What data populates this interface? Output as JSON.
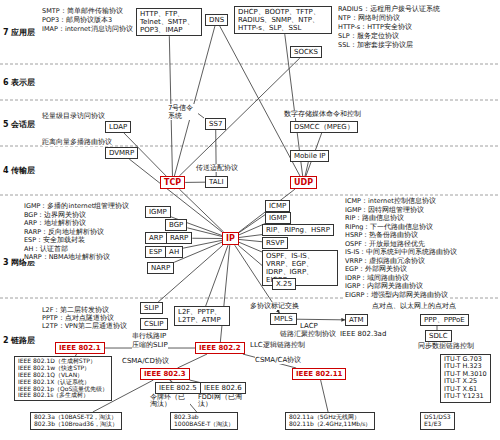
{
  "diagram": {
    "nodes": [
      {
        "text": [
          "HTTP、FTP、Telnet、SMTP、POP3、IMAP"
        ]
      },
      {
        "text": [
          "DNS"
        ]
      },
      {
        "text": [
          "DHCP、BOOTP、TFTP、RADIUS、SNMP、NTP、HTTP-s、SLP、SSL"
        ]
      },
      {
        "text": [
          "SOCKS"
        ]
      },
      {
        "text": [
          "LDAP"
        ]
      },
      {
        "text": [
          "DVMRP"
        ]
      },
      {
        "text": [
          "SS7"
        ]
      },
      {
        "text": [
          "DSMCC（MPEG）"
        ]
      },
      {
        "text": [
          "Mobile IP"
        ]
      },
      {
        "text": [
          "TCP"
        ]
      },
      {
        "text": [
          "TALI"
        ]
      },
      {
        "text": [
          "UDP"
        ]
      },
      {
        "text": [
          "IGMP"
        ]
      },
      {
        "text": [
          "BGP"
        ]
      },
      {
        "text": [
          "ARP",
          "RARP"
        ]
      },
      {
        "text": [
          "ESP",
          "AH"
        ]
      },
      {
        "text": [
          "NARP"
        ]
      },
      {
        "text": [
          "IP"
        ]
      },
      {
        "text": [
          "ICMP"
        ]
      },
      {
        "text": [
          "IGMP"
        ]
      },
      {
        "text": [
          "RIP、RIPng、HSRP"
        ]
      },
      {
        "text": [
          "RSVP"
        ]
      },
      {
        "text": [
          "OSPF、IS-IS、VRRP、EGP、IDRP、IGRP、EIGRP"
        ]
      },
      {
        "text": [
          "X.25"
        ]
      },
      {
        "text": [
          "MPLS"
        ]
      },
      {
        "text": [
          "SLIP"
        ]
      },
      {
        "text": [
          "CSLIP"
        ]
      },
      {
        "text": [
          "L2F、PPTP、L2TP、ATMP"
        ]
      },
      {
        "text": [
          "ATM"
        ]
      },
      {
        "text": [
          "PPP、PPPoE"
        ]
      },
      {
        "text": [
          "SDLC"
        ]
      },
      {
        "text": [
          "IEEE 802.1"
        ]
      },
      {
        "text": [
          "IEEE 802.2"
        ]
      },
      {
        "text": [
          "IEEE 802.3"
        ]
      },
      {
        "text": [
          "IEEE 802.11"
        ]
      },
      {
        "text": [
          "ITU-T G.703",
          "ITU-T H.323",
          "ITU-T M.3010",
          "ITU-T X.25",
          "ITU-T X.61",
          "ITU-T Y.1231"
        ]
      },
      {
        "text": [
          "IEEE 802.1D（生成树STP）",
          "IEEE 802.1w（快速STP）",
          "IEEE 802.1Q（VLAN）",
          "IEEE 802.1X（认证系统）",
          "IEEE 802.1p（QoS流量优先级）",
          "IEEE 802.1s（多生成树）"
        ]
      },
      {
        "text": [
          "IEEE 802.5"
        ]
      },
      {
        "text": [
          "IEEE 802.6"
        ]
      },
      {
        "text": [
          "802.3a（10BASE-T2，淘汰）",
          "802.3b（10Broad36，淘汰）"
        ]
      },
      {
        "text": [
          "802.3ab",
          "1000BASE-T（淘汰）"
        ]
      },
      {
        "text": [
          "802.11a（5GHz无线网）",
          "802.11b（2.4GHz,11Mb/s）"
        ]
      },
      {
        "text": [
          "DS1/DS3",
          "E1/E3"
        ]
      }
    ],
    "edges": [
      {
        "from": 0,
        "to": 9,
        "arrow": "none"
      },
      {
        "from": 1,
        "to": 9,
        "arrow": "none"
      },
      {
        "from": 1,
        "to": 11,
        "arrow": "none"
      },
      {
        "from": 2,
        "to": 11,
        "arrow": "none"
      },
      {
        "from": 3,
        "to": 9,
        "arrow": "none"
      },
      {
        "from": 4,
        "to": 9,
        "arrow": "none"
      },
      {
        "from": 5,
        "to": 17,
        "arrow": "none"
      },
      {
        "from": 6,
        "to": 10,
        "arrow": "none"
      },
      {
        "from": 10,
        "to": 9,
        "arrow": "none"
      },
      {
        "from": 7,
        "to": 11,
        "arrow": "none"
      },
      {
        "from": 8,
        "to": 11,
        "arrow": "none"
      },
      {
        "from": 9,
        "to": 17,
        "arrow": "none"
      },
      {
        "from": 11,
        "to": 17,
        "arrow": "none"
      },
      {
        "from": 12,
        "to": 17,
        "arrow": "none"
      },
      {
        "from": 13,
        "to": 17,
        "arrow": "none"
      },
      {
        "from": 14,
        "to": 17,
        "arrow": "none"
      },
      {
        "from": 15,
        "to": 17,
        "arrow": "none"
      },
      {
        "from": 16,
        "to": 17,
        "arrow": "none"
      },
      {
        "from": 18,
        "to": 17,
        "arrow": "none"
      },
      {
        "from": 19,
        "to": 17,
        "arrow": "none"
      },
      {
        "from": 20,
        "to": 17,
        "arrow": "none"
      },
      {
        "from": 21,
        "to": 17,
        "arrow": "none"
      },
      {
        "from": 22,
        "to": 17,
        "arrow": "none"
      },
      {
        "from": 23,
        "to": 17,
        "arrow": "none"
      },
      {
        "from": 17,
        "to": 24,
        "arrow": "to"
      },
      {
        "from": 17,
        "to": 25,
        "arrow": "none"
      },
      {
        "from": 17,
        "to": 27,
        "arrow": "none"
      },
      {
        "from": 17,
        "to": 32,
        "arrow": "none"
      },
      {
        "from": 24,
        "to": 28,
        "arrow": "to"
      },
      {
        "from": 32,
        "to": 31,
        "arrow": "none"
      },
      {
        "from": 32,
        "to": 33,
        "arrow": "none"
      },
      {
        "from": 32,
        "to": 34,
        "arrow": "none"
      },
      {
        "from": 31,
        "to": 36,
        "arrow": "none"
      },
      {
        "from": 33,
        "to": 37,
        "arrow": "none"
      },
      {
        "from": 33,
        "to": 38,
        "arrow": "none"
      },
      {
        "from": 33,
        "to": 39,
        "arrow": "none"
      },
      {
        "from": 33,
        "to": 40,
        "arrow": "none"
      },
      {
        "from": 34,
        "to": 41,
        "arrow": "none"
      }
    ],
    "labels": [
      "7 应用层",
      "6 表示层",
      "5 会话层",
      "4 传输层",
      "3 网络层",
      "2 链路层",
      "SMTP：简单邮件传输协议",
      "POP3：邮局协议版本3",
      "IMAP：internet消息访问协议",
      "RADIUS：远程用户拨号认证系统",
      "NTP：网络时间协议",
      "HTTP-s：HTTP安全协议",
      "SLP：服务定位协议",
      "SSL：加密套接字协议层",
      "轻量级目录访问协议",
      "距离向量多播路由协议",
      "7号信令系统",
      "数字存储媒体命令和控制",
      "传送适配协议",
      "IGMP：多播的internet组管理协议",
      "BGP：边界网关协议",
      "ARP：地址解析协议",
      "RARP：反向地址解析协议",
      "ESP：安全加载封装",
      "AH：认证首部",
      "NARP：NBMA地址解析协议",
      "ICMP：internet控制信息协议",
      "IGMP：因特网组管理协议",
      "RIP：路由信息协议",
      "RIPng：下一代路由信息协议",
      "HSRP：热备份路由协议",
      "OSPF：开放最短路径优先",
      "IS-IS：中间系统到中间系统路由协议",
      "VRRP：虚拟路由冗余协议",
      "EGP：外部网关协议",
      "IDRP：域间路由协议",
      "IGRP：内部网关路由协议",
      "EIGRP：增强型内部网关路由协议",
      "多协议标记交换",
      "L2F：第二层转发协议",
      "PPTP：点对点隧道协议",
      "L2TP：VPN第二层通道协议",
      "串行线路IP",
      "压缩的SLIP",
      "LLC逻辑链路控制",
      "LACP",
      "链路汇聚控制协议",
      "IEEE 802.3ad",
      "点对点、以太网上的点对点",
      "同步数据链路控制",
      "CSMA/CD协议",
      "CSMA/CA协议",
      "令牌环（已淘汰）",
      "FDDI网（已淘汰）"
    ]
  }
}
